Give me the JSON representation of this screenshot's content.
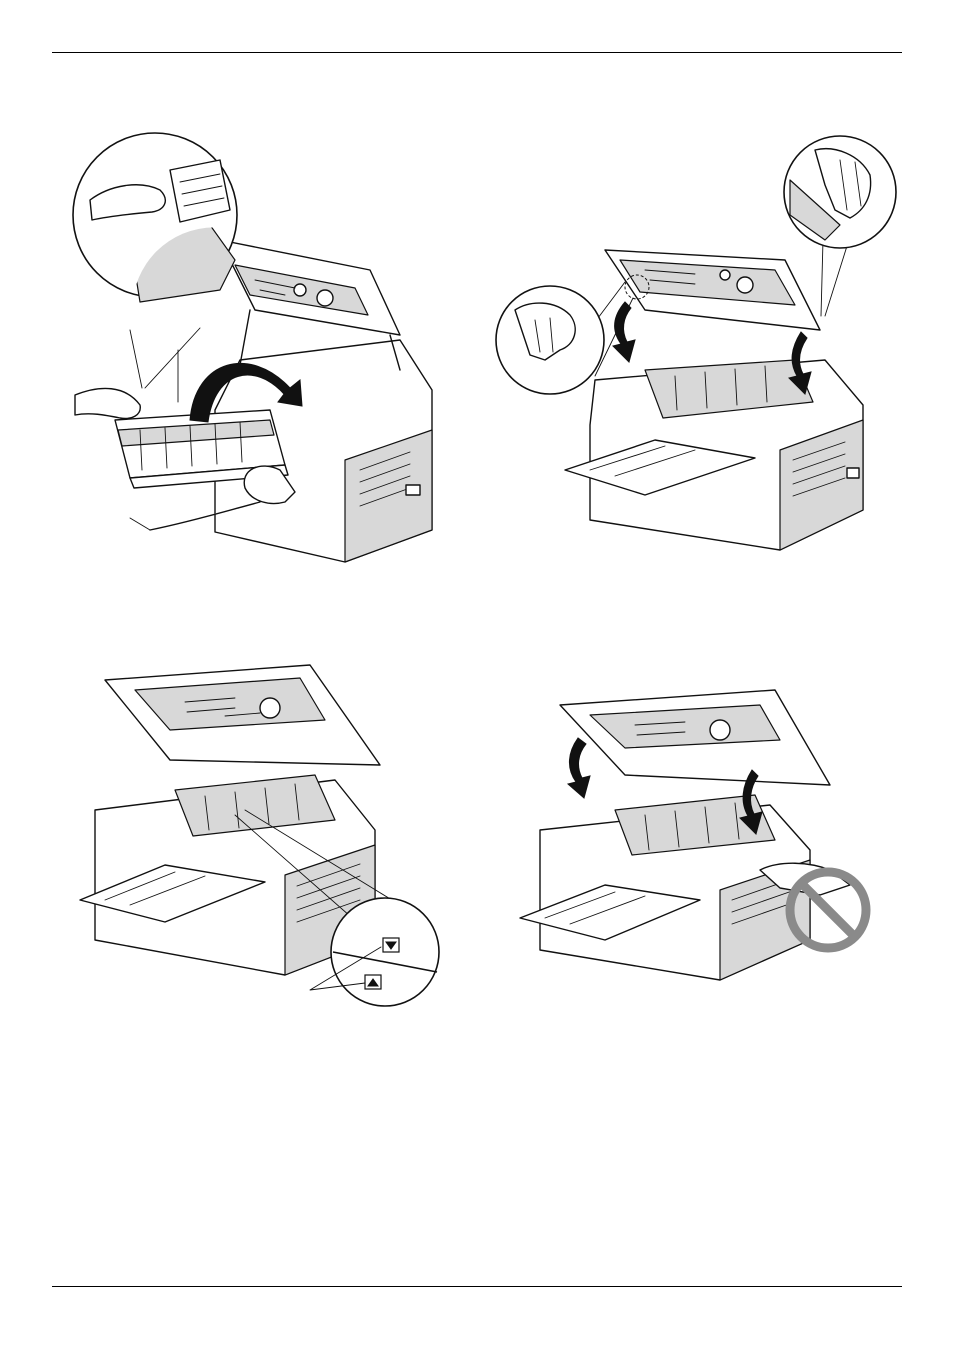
{
  "page": {
    "header_rule": true,
    "footer_rule": true
  },
  "figures": [
    {
      "id": "fig-1",
      "icon": "printer-insert-drum-icon",
      "description_hidden": true
    },
    {
      "id": "fig-2",
      "icon": "printer-close-cover-icon",
      "description_hidden": true
    },
    {
      "id": "fig-3",
      "icon": "printer-alignment-marks-icon",
      "description_hidden": true
    },
    {
      "id": "fig-4",
      "icon": "printer-close-cover-warning-icon",
      "description_hidden": true
    }
  ],
  "colors": {
    "line": "#111111",
    "shade": "#d8d8d8",
    "warning_sign": "#8a8a8a"
  }
}
